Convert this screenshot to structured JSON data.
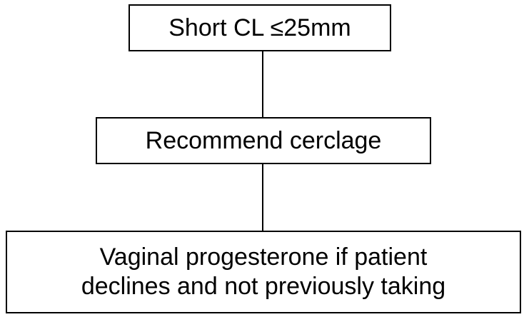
{
  "nodes": [
    {
      "id": "node-1",
      "label": "Short CL ≤25mm"
    },
    {
      "id": "node-2",
      "label": "Recommend cerclage"
    },
    {
      "id": "node-3",
      "label": "Vaginal progesterone if patient\ndeclines and not previously taking"
    }
  ],
  "edges": [
    {
      "from": "node-1",
      "to": "node-2"
    },
    {
      "from": "node-2",
      "to": "node-3"
    }
  ],
  "colors": {
    "line": "#000000",
    "box_fill": "#ffffff",
    "text": "#000000"
  }
}
